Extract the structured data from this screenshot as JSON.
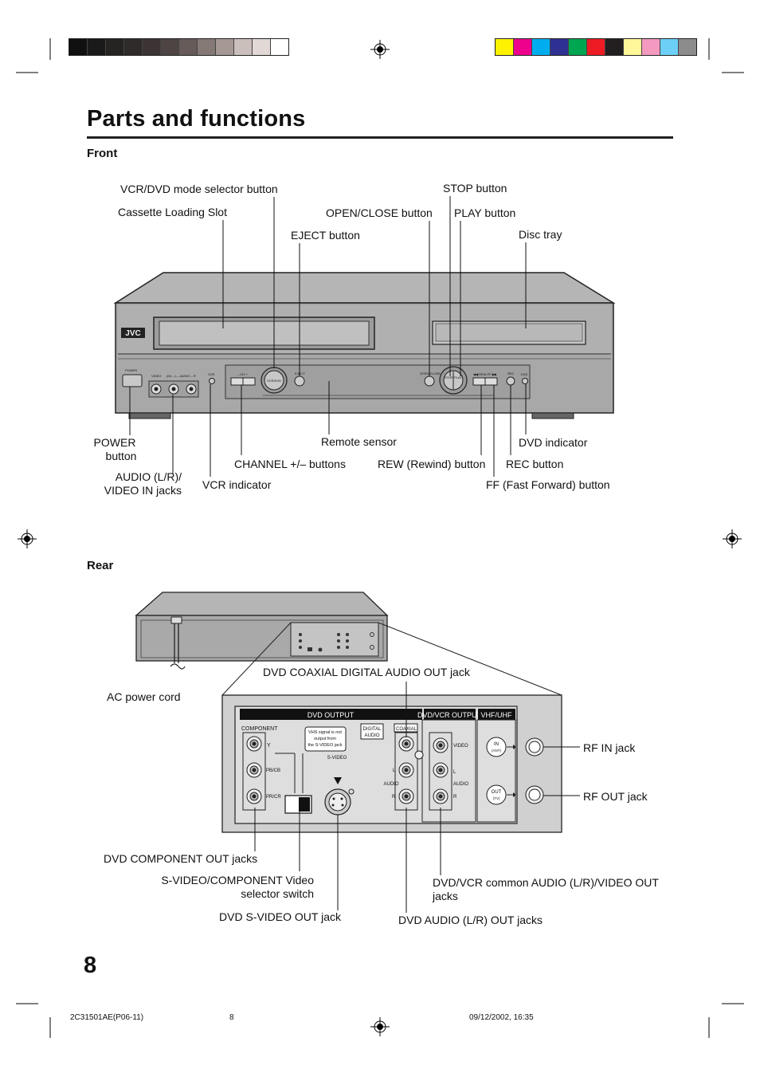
{
  "page": {
    "title": "Parts and functions",
    "page_number": "8",
    "footer": {
      "doc_code": "2C31501AE(P06-11)",
      "page": "8",
      "timestamp": "09/12/2002, 16:35"
    }
  },
  "color_bars": {
    "grayscale": [
      "#101010",
      "#1a1a1a",
      "#262323",
      "#302b2b",
      "#3c3434",
      "#4e4444",
      "#665b59",
      "#857975",
      "#a59895",
      "#cbbfbb",
      "#e2d9d6",
      "#ffffff"
    ],
    "colors": [
      "#fff200",
      "#ec008c",
      "#00aeef",
      "#2e3192",
      "#00a651",
      "#ed1c24",
      "#231f20",
      "#fff799",
      "#f49ac1",
      "#6dcff6",
      "#8c8c8c"
    ]
  },
  "front": {
    "heading": "Front",
    "brand": "JVC",
    "labels": {
      "vcr_dvd_mode": "VCR/DVD mode selector button",
      "cassette_slot": "Cassette Loading Slot",
      "eject": "EJECT button",
      "open_close": "OPEN/CLOSE button",
      "stop": "STOP button",
      "play": "PLAY button",
      "disc_tray": "Disc tray",
      "power_1": "POWER",
      "power_2": "button",
      "remote_sensor": "Remote sensor",
      "dvd_indicator": "DVD indicator",
      "channel": "CHANNEL +/– buttons",
      "rew": "REW (Rewind) button",
      "rec": "REC button",
      "audio_1": "AUDIO (L/R)/",
      "audio_2": "VIDEO IN jacks",
      "vcr_indicator": "VCR indicator",
      "ff": "FF (Fast Forward) button"
    },
    "panel_text": {
      "power": "POWER",
      "video": "VIDEO",
      "audio": "(M) – L – AUDIO – R",
      "vcr": "VCR",
      "ch": "– CH +",
      "vcrdvd": "VCR/DVD",
      "eject": "EJECT",
      "openclose": "OPEN/CLOSE",
      "stopplay": "STOP  PLAY",
      "rew_ff": "◀◀ REW  FF ▶▶",
      "rec": "REC",
      "dvd": "DVD"
    }
  },
  "rear": {
    "heading": "Rear",
    "labels": {
      "coaxial": "DVD COAXIAL DIGITAL AUDIO OUT jack",
      "ac_cord": "AC power cord",
      "rf_in": "RF IN jack",
      "rf_out": "RF OUT jack",
      "component": "DVD COMPONENT OUT jacks",
      "svideo_switch_1": "S-VIDEO/COMPONENT Video",
      "svideo_switch_2": "selector switch",
      "common_out": "DVD/VCR common AUDIO (L/R)/VIDEO OUT jacks",
      "svideo_out": "DVD S-VIDEO OUT jack",
      "audio_out": "DVD AUDIO (L/R) OUT jacks"
    },
    "panel_text": {
      "dvd_output": "DVD OUTPUT",
      "dvd_vcr_output": "DVD/VCR OUTPUT",
      "vhf_uhf": "VHF/UHF",
      "component": "COMPONENT",
      "y": "Y",
      "pb": "PB/CB",
      "pr": "PR/CR",
      "vhs_note_1": "VHS signal is not",
      "vhs_note_2": "output from",
      "vhs_note_3": "the S-VIDEO jack",
      "digital_audio_1": "DIGITAL",
      "digital_audio_2": "AUDIO",
      "coaxial": "COAXIAL",
      "s_video": "S-VIDEO",
      "audio": "AUDIO",
      "l": "L",
      "r": "R",
      "video": "VIDEO",
      "in": "IN",
      "ant": "(ANT)",
      "out": "OUT",
      "tv": "(TV)"
    }
  }
}
